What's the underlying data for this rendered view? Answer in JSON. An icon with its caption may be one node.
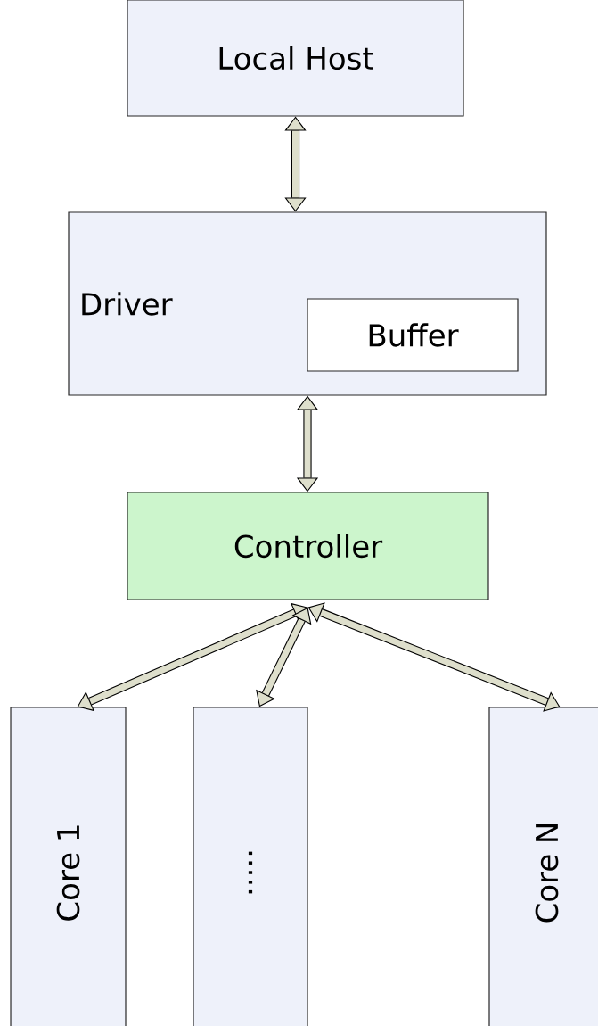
{
  "diagram": {
    "nodes": [
      {
        "text": [
          "Local Host"
        ]
      },
      {
        "text": [
          "Driver"
        ]
      },
      {
        "text": [
          "Buffer"
        ],
        "in": 1
      },
      {
        "text": [
          "Controller"
        ]
      },
      {
        "text": [
          "Core 1"
        ]
      },
      {
        "text": [
          "....."
        ]
      },
      {
        "text": [
          "Core N"
        ]
      }
    ],
    "edges": [
      {
        "from": 0,
        "to": 1,
        "arrow": "both"
      },
      {
        "from": 1,
        "to": 3,
        "arrow": "both"
      },
      {
        "from": 3,
        "to": 4,
        "arrow": "both"
      },
      {
        "from": 3,
        "to": 5,
        "arrow": "both"
      },
      {
        "from": 3,
        "to": 6,
        "arrow": "both"
      }
    ]
  }
}
